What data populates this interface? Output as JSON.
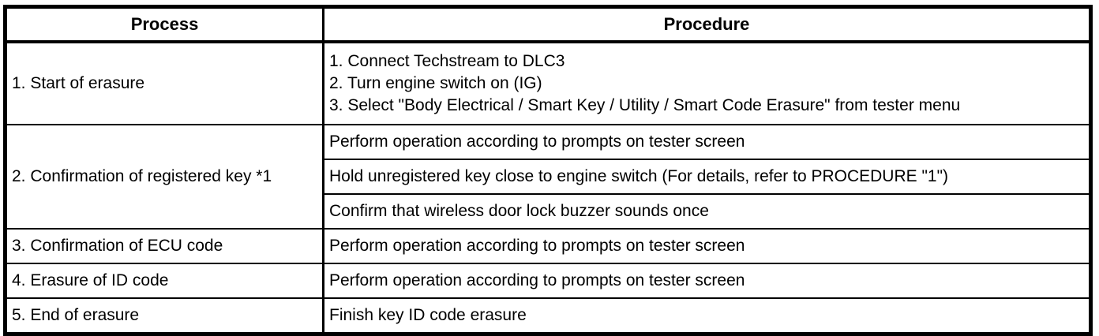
{
  "table": {
    "colors": {
      "border": "#000000",
      "background": "#ffffff",
      "text": "#000000"
    },
    "columns": [
      "Process",
      "Procedure"
    ],
    "rows": [
      {
        "process": "1. Start of erasure",
        "procedure_lines": [
          "1. Connect Techstream to DLC3",
          "2. Turn engine switch on (IG)",
          "3. Select \"Body Electrical / Smart Key / Utility / Smart Code Erasure\" from tester menu"
        ]
      },
      {
        "process": "2. Confirmation of registered key *1",
        "procedures": [
          "Perform operation according to prompts on tester screen",
          "Hold unregistered key close to engine switch (For details, refer to PROCEDURE \"1\")",
          "Confirm that wireless door lock buzzer sounds once"
        ]
      },
      {
        "process": "3. Confirmation of ECU code",
        "procedure": "Perform operation according to prompts on tester screen"
      },
      {
        "process": "4. Erasure of ID code",
        "procedure": "Perform operation according to prompts on tester screen"
      },
      {
        "process": "5. End of erasure",
        "procedure": "Finish key ID code erasure"
      }
    ]
  }
}
